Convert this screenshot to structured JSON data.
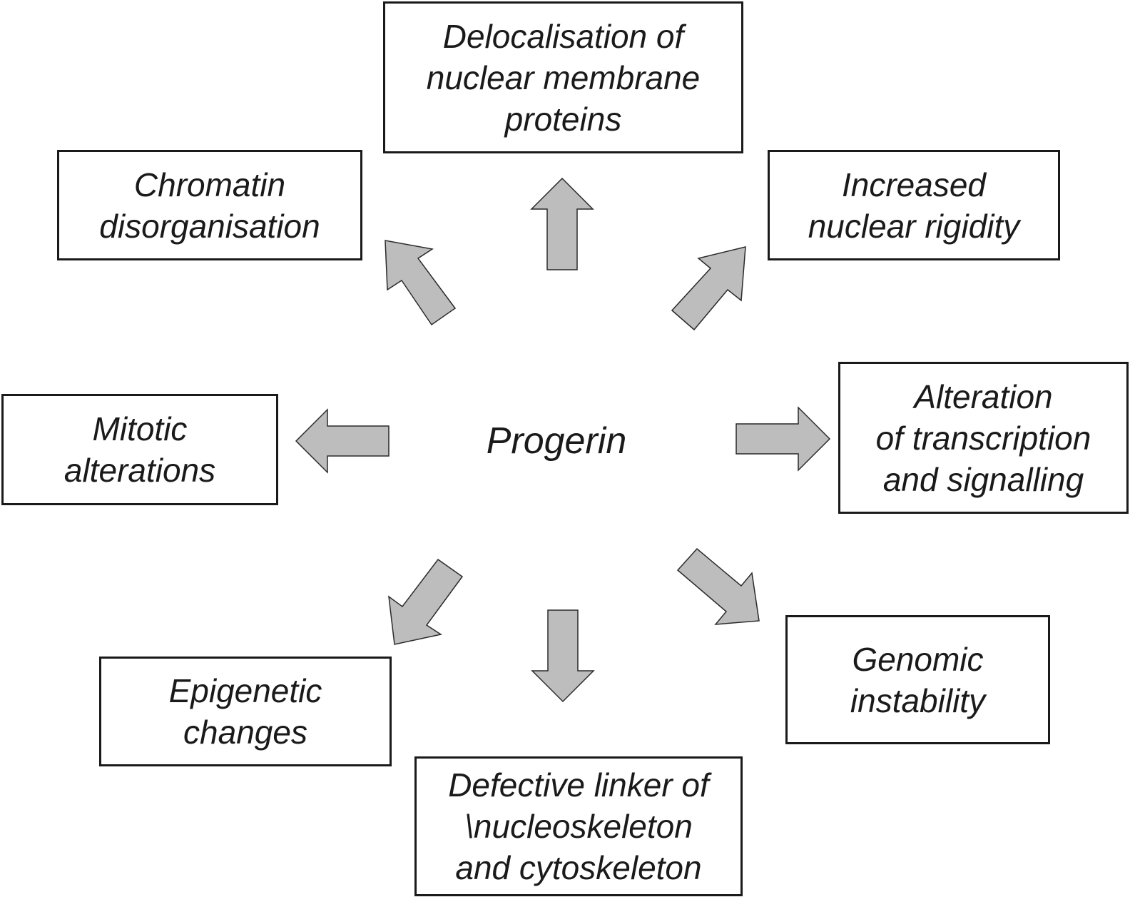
{
  "center": {
    "label": "Progerin"
  },
  "effects": {
    "delocalisation": "Delocalisation of\nnuclear membrane\nproteins",
    "chromatin": "Chromatin\ndisorganisation",
    "rigidity": "Increased\nnuclear rigidity",
    "mitotic": "Mitotic\nalterations",
    "transcription": "Alteration\nof transcription\nand signalling",
    "epigenetic": "Epigenetic\nchanges",
    "genomic": "Genomic\ninstability",
    "linker": "Defective linker of\n\\nucleoskeleton\nand cytoskeleton"
  },
  "colors": {
    "arrow_fill": "#bdbdbd",
    "arrow_stroke": "#2a2a2a",
    "box_border": "#1a1a1a"
  }
}
